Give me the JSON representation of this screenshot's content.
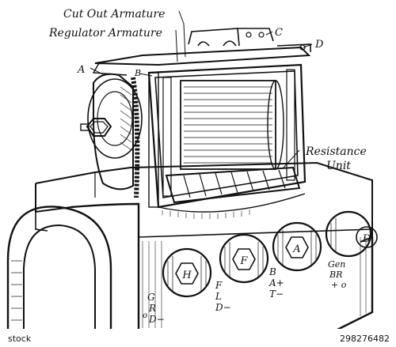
{
  "labels": {
    "cut_out_armature": "Cut Out Armature",
    "regulator_armature": "Regulator Armature",
    "a": "A",
    "b": "B",
    "c": "C",
    "d": "D",
    "resistance": "Resistance",
    "unit": "Unit"
  },
  "terminals": {
    "h": "H",
    "f": "F",
    "a": "A",
    "d": "D"
  },
  "plate_text": {
    "g": "G",
    "r": "R",
    "d_minus": "D−",
    "f": "F",
    "l": "L",
    "d_minus_2": "D−",
    "b": "B",
    "a_plus": "A+",
    "t_minus": "T−",
    "gen": "Gen",
    "br": "BR",
    "plus_o": "+ o",
    "o": "o"
  },
  "watermark": {
    "id": "298276482",
    "text": "stock"
  }
}
